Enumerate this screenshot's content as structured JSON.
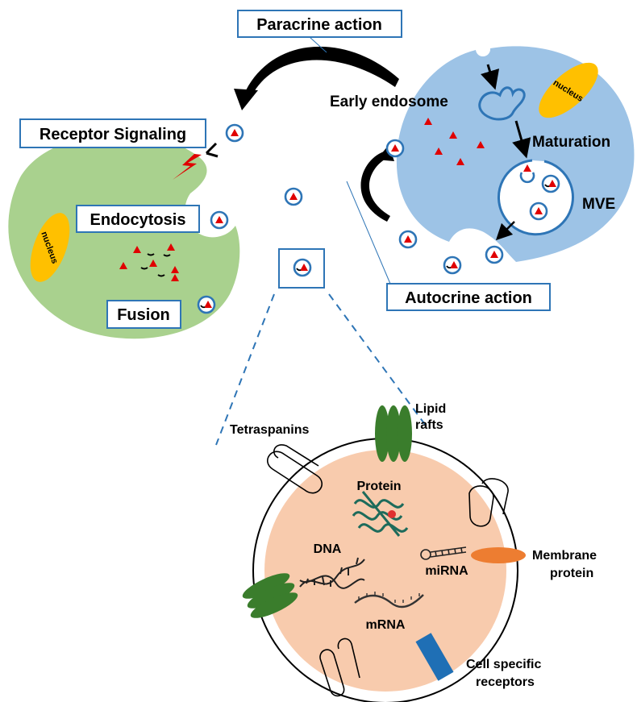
{
  "labels": {
    "paracrine": "Paracrine action",
    "receptor_signaling": "Receptor Signaling",
    "endocytosis": "Endocytosis",
    "fusion": "Fusion",
    "early_endosome": "Early endosome",
    "maturation": "Maturation",
    "mve": "MVE",
    "autocrine": "Autocrine action",
    "nucleus": "nucleus",
    "tetraspanins": "Tetraspanins",
    "lipid": "Lipid",
    "rafts": "rafts",
    "protein": "Protein",
    "dna": "DNA",
    "mirna": "miRNA",
    "mrna": "mRNA",
    "membrane": "Membrane",
    "membrane_protein_2": "protein",
    "cell_specific": "Cell specific",
    "receptors": "receptors"
  },
  "colors": {
    "recipient_cell": "#a9d18e",
    "donor_cell": "#9dc3e6",
    "nucleus": "#ffc000",
    "vesicle_lumen": "#f8cbad",
    "vesicle_ring": "#2e75b6",
    "cargo_triangle": "#e00000",
    "label_border": "#2e75b6",
    "lipid_raft": "#3a7d2c",
    "membrane_protein": "#ed7d31",
    "receptor": "#1f6fb5"
  },
  "icons": [
    "exosome-icon",
    "red-triangle-icon",
    "lightning-icon",
    "receptor-y-icon",
    "dna-helix-icon",
    "protein-structure-icon",
    "mirna-hairpin-icon",
    "mrna-strand-icon",
    "tetraspanin-icon"
  ]
}
